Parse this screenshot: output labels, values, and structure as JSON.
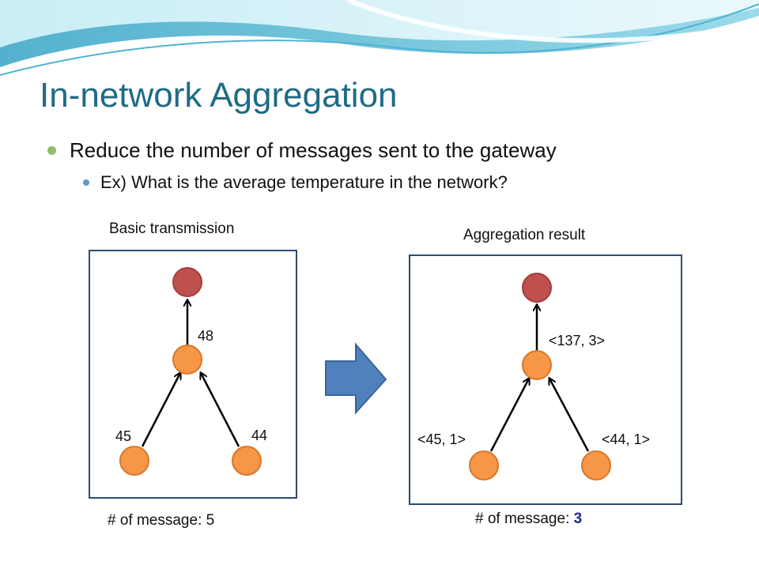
{
  "title": "In-network Aggregation",
  "bullets": {
    "main": "Reduce the number of messages sent to the gateway",
    "sub": "Ex) What is the average temperature in the network?"
  },
  "left": {
    "caption": "Basic transmission",
    "edge_top": "48",
    "edge_left": "45",
    "edge_right": "44",
    "count_label": "# of message: 5"
  },
  "right": {
    "caption": "Aggregation result",
    "edge_top": "<137, 3>",
    "edge_left": "<45, 1>",
    "edge_right": "<44, 1>",
    "count_label": "# of message: ",
    "count_value": "3"
  },
  "colors": {
    "title": "#1f6b86",
    "gateway_node": "#c0504d",
    "sensor_node": "#f79646",
    "box_border": "#2e4a73",
    "arrow_fill": "#4f81bd",
    "count_highlight": "#1f2b8f"
  }
}
